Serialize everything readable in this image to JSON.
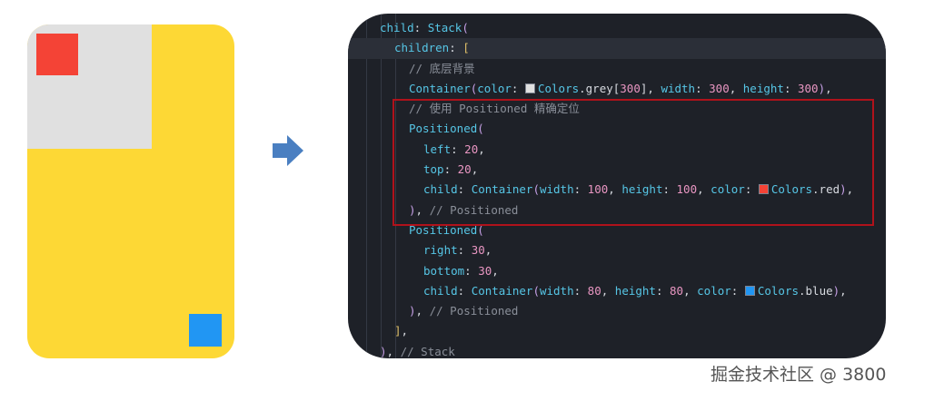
{
  "preview": {
    "colors": {
      "background": "#fdd835",
      "grey": "#e0e0e0",
      "red": "#f44336",
      "blue": "#2196f3"
    }
  },
  "arrow": {
    "color": "#4a7fc1"
  },
  "code": {
    "lines": [
      {
        "indent": 0,
        "tokens": [
          {
            "t": "child",
            "c": "kw"
          },
          {
            "t": ": ",
            "c": "punc"
          },
          {
            "t": "Stack",
            "c": "kw"
          },
          {
            "t": "(",
            "c": "par"
          }
        ]
      },
      {
        "indent": 1,
        "current": true,
        "tokens": [
          {
            "t": "children",
            "c": "kw"
          },
          {
            "t": ": ",
            "c": "punc"
          },
          {
            "t": "[",
            "c": "brk"
          }
        ]
      },
      {
        "indent": 2,
        "tokens": [
          {
            "t": "// 底层背景",
            "c": "com"
          }
        ]
      },
      {
        "indent": 2,
        "tokens": [
          {
            "t": "Container",
            "c": "kw"
          },
          {
            "t": "(",
            "c": "par"
          },
          {
            "t": "color",
            "c": "kw"
          },
          {
            "t": ": ",
            "c": "punc"
          },
          {
            "swatch": "#e0e0e0"
          },
          {
            "t": "Colors",
            "c": "kw"
          },
          {
            "t": ".grey[",
            "c": "punc"
          },
          {
            "t": "300",
            "c": "num"
          },
          {
            "t": "], ",
            "c": "punc"
          },
          {
            "t": "width",
            "c": "kw"
          },
          {
            "t": ": ",
            "c": "punc"
          },
          {
            "t": "300",
            "c": "num"
          },
          {
            "t": ", ",
            "c": "punc"
          },
          {
            "t": "height",
            "c": "kw"
          },
          {
            "t": ": ",
            "c": "punc"
          },
          {
            "t": "300",
            "c": "num"
          },
          {
            "t": ")",
            "c": "par"
          },
          {
            "t": ",",
            "c": "punc"
          }
        ]
      },
      {
        "indent": 2,
        "tokens": [
          {
            "t": "// 使用 Positioned 精确定位",
            "c": "com"
          }
        ]
      },
      {
        "indent": 2,
        "tokens": [
          {
            "t": "Positioned",
            "c": "kw"
          },
          {
            "t": "(",
            "c": "par"
          }
        ]
      },
      {
        "indent": 3,
        "tokens": [
          {
            "t": "left",
            "c": "kw"
          },
          {
            "t": ": ",
            "c": "punc"
          },
          {
            "t": "20",
            "c": "num"
          },
          {
            "t": ",",
            "c": "punc"
          }
        ]
      },
      {
        "indent": 3,
        "tokens": [
          {
            "t": "top",
            "c": "kw"
          },
          {
            "t": ": ",
            "c": "punc"
          },
          {
            "t": "20",
            "c": "num"
          },
          {
            "t": ",",
            "c": "punc"
          }
        ]
      },
      {
        "indent": 3,
        "tokens": [
          {
            "t": "child",
            "c": "kw"
          },
          {
            "t": ": ",
            "c": "punc"
          },
          {
            "t": "Container",
            "c": "kw"
          },
          {
            "t": "(",
            "c": "par"
          },
          {
            "t": "width",
            "c": "kw"
          },
          {
            "t": ": ",
            "c": "punc"
          },
          {
            "t": "100",
            "c": "num"
          },
          {
            "t": ", ",
            "c": "punc"
          },
          {
            "t": "height",
            "c": "kw"
          },
          {
            "t": ": ",
            "c": "punc"
          },
          {
            "t": "100",
            "c": "num"
          },
          {
            "t": ", ",
            "c": "punc"
          },
          {
            "t": "color",
            "c": "kw"
          },
          {
            "t": ": ",
            "c": "punc"
          },
          {
            "swatch": "#f44336"
          },
          {
            "t": "Colors",
            "c": "kw"
          },
          {
            "t": ".red",
            "c": "punc"
          },
          {
            "t": ")",
            "c": "par"
          },
          {
            "t": ",",
            "c": "punc"
          }
        ]
      },
      {
        "indent": 2,
        "tokens": [
          {
            "t": ")",
            "c": "par"
          },
          {
            "t": ", ",
            "c": "punc"
          },
          {
            "t": "// Positioned",
            "c": "com"
          }
        ]
      },
      {
        "indent": 2,
        "tokens": [
          {
            "t": "Positioned",
            "c": "kw"
          },
          {
            "t": "(",
            "c": "par"
          }
        ]
      },
      {
        "indent": 3,
        "tokens": [
          {
            "t": "right",
            "c": "kw"
          },
          {
            "t": ": ",
            "c": "punc"
          },
          {
            "t": "30",
            "c": "num"
          },
          {
            "t": ",",
            "c": "punc"
          }
        ]
      },
      {
        "indent": 3,
        "tokens": [
          {
            "t": "bottom",
            "c": "kw"
          },
          {
            "t": ": ",
            "c": "punc"
          },
          {
            "t": "30",
            "c": "num"
          },
          {
            "t": ",",
            "c": "punc"
          }
        ]
      },
      {
        "indent": 3,
        "tokens": [
          {
            "t": "child",
            "c": "kw"
          },
          {
            "t": ": ",
            "c": "punc"
          },
          {
            "t": "Container",
            "c": "kw"
          },
          {
            "t": "(",
            "c": "par"
          },
          {
            "t": "width",
            "c": "kw"
          },
          {
            "t": ": ",
            "c": "punc"
          },
          {
            "t": "80",
            "c": "num"
          },
          {
            "t": ", ",
            "c": "punc"
          },
          {
            "t": "height",
            "c": "kw"
          },
          {
            "t": ": ",
            "c": "punc"
          },
          {
            "t": "80",
            "c": "num"
          },
          {
            "t": ", ",
            "c": "punc"
          },
          {
            "t": "color",
            "c": "kw"
          },
          {
            "t": ": ",
            "c": "punc"
          },
          {
            "swatch": "#2196f3"
          },
          {
            "t": "Colors",
            "c": "kw"
          },
          {
            "t": ".blue",
            "c": "punc"
          },
          {
            "t": ")",
            "c": "par"
          },
          {
            "t": ",",
            "c": "punc"
          }
        ]
      },
      {
        "indent": 2,
        "tokens": [
          {
            "t": ")",
            "c": "par"
          },
          {
            "t": ", ",
            "c": "punc"
          },
          {
            "t": "// Positioned",
            "c": "com"
          }
        ]
      },
      {
        "indent": 1,
        "tokens": [
          {
            "t": "]",
            "c": "brk"
          },
          {
            "t": ",",
            "c": "punc"
          }
        ]
      },
      {
        "indent": 0,
        "tokens": [
          {
            "t": ")",
            "c": "par"
          },
          {
            "t": ", ",
            "c": "punc"
          },
          {
            "t": "// Stack",
            "c": "com"
          }
        ]
      }
    ],
    "highlight_color": "#b0121b"
  },
  "watermark": {
    "text": "掘金技术社区 @ 3800"
  }
}
